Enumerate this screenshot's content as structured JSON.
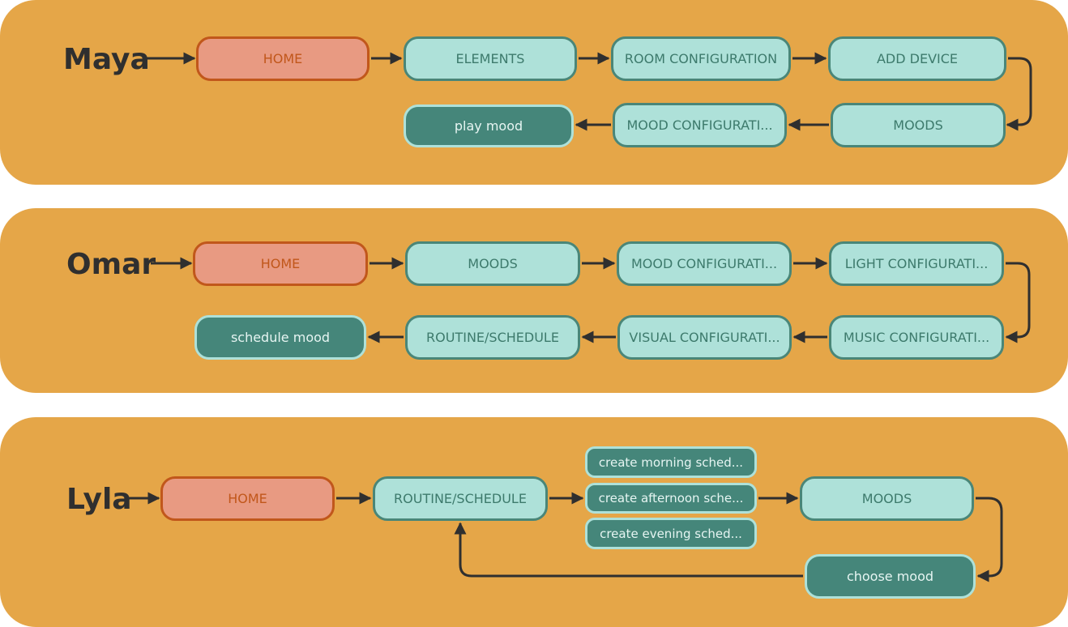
{
  "flows": [
    {
      "persona": "Maya",
      "nodes": [
        "HOME",
        "ELEMENTS",
        "ROOM CONFIGURATION",
        "ADD DEVICE",
        "MOODS",
        "MOOD CONFIGURATI...",
        "play mood"
      ]
    },
    {
      "persona": "Omar",
      "nodes": [
        "HOME",
        "MOODS",
        "MOOD CONFIGURATI...",
        "LIGHT CONFIGURATI...",
        "MUSIC CONFIGURATI...",
        "VISUAL CONFIGURATI...",
        "ROUTINE/SCHEDULE",
        "schedule mood"
      ]
    },
    {
      "persona": "Lyla",
      "nodes": [
        "HOME",
        "ROUTINE/SCHEDULE",
        "create morning sched...",
        "create afternoon sche...",
        "create evening sched...",
        "MOODS",
        "choose mood"
      ]
    }
  ],
  "colors": {
    "panel": "#e5a648",
    "home_fill": "#e89a82",
    "home_border": "#c1571b",
    "step_fill": "#aee1d9",
    "step_border": "#4a8678",
    "final_fill": "#45867a",
    "arrow": "#2f2f2f"
  }
}
